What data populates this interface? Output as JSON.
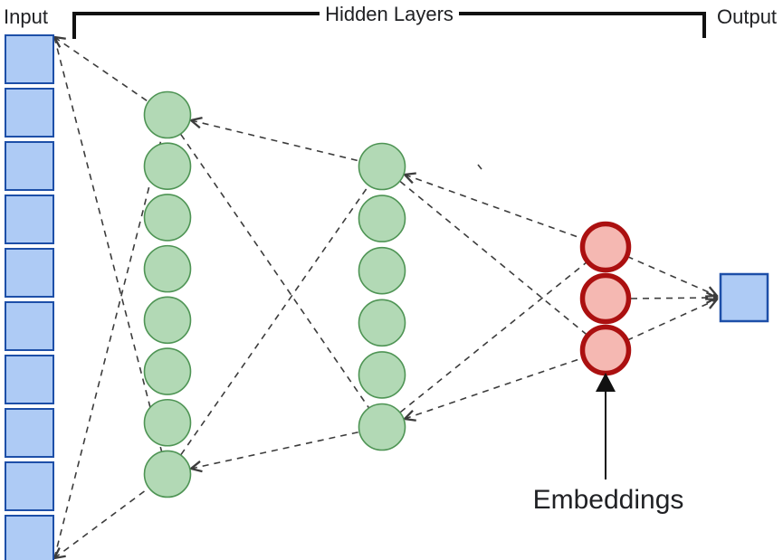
{
  "diagram": {
    "labels": {
      "input": "Input",
      "hidden_layers": "Hidden Layers",
      "output": "Output",
      "embeddings": "Embeddings"
    },
    "layers": {
      "input_count": 10,
      "hidden1_count": 8,
      "hidden2_count": 6,
      "embedding_count": 3,
      "output_count": 1
    },
    "colors": {
      "input_fill": "#aecbf5",
      "input_border": "#1d4fa8",
      "hidden_fill": "#b2d9b5",
      "hidden_border": "#4e9454",
      "embedding_fill": "#f5b8b2",
      "embedding_border": "#ab1010",
      "output_fill": "#aecbf5",
      "output_border": "#1d4fa8",
      "connection_line": "#3c3c3c",
      "bracket": "#111111",
      "text": "#202124",
      "background": "#ffffff"
    }
  }
}
